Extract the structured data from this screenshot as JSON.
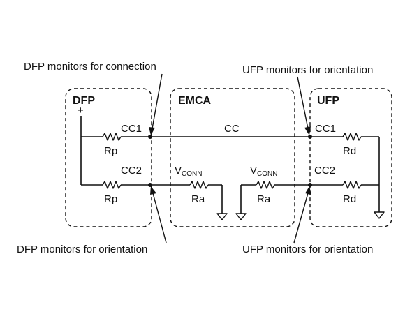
{
  "captions": {
    "dfp_connection": "DFP monitors for connection",
    "ufp_orientation_top": "UFP monitors for orientation",
    "dfp_orientation": "DFP monitors for orientation",
    "ufp_orientation_bottom": "UFP monitors for orientation"
  },
  "blocks": {
    "dfp": "DFP",
    "emca": "EMCA",
    "ufp": "UFP"
  },
  "signals": {
    "plus": "+",
    "dfp_cc1": "CC1",
    "dfp_cc2": "CC2",
    "cc": "CC",
    "ufp_cc1": "CC1",
    "ufp_cc2": "CC2",
    "vconn_main_left": "V",
    "vconn_sub_left": "CONN",
    "vconn_main_right": "V",
    "vconn_sub_right": "CONN"
  },
  "resistors": {
    "rp_top": "Rp",
    "rp_bottom": "Rp",
    "ra_left": "Ra",
    "ra_right": "Ra",
    "rd_top": "Rd",
    "rd_bottom": "Rd"
  }
}
